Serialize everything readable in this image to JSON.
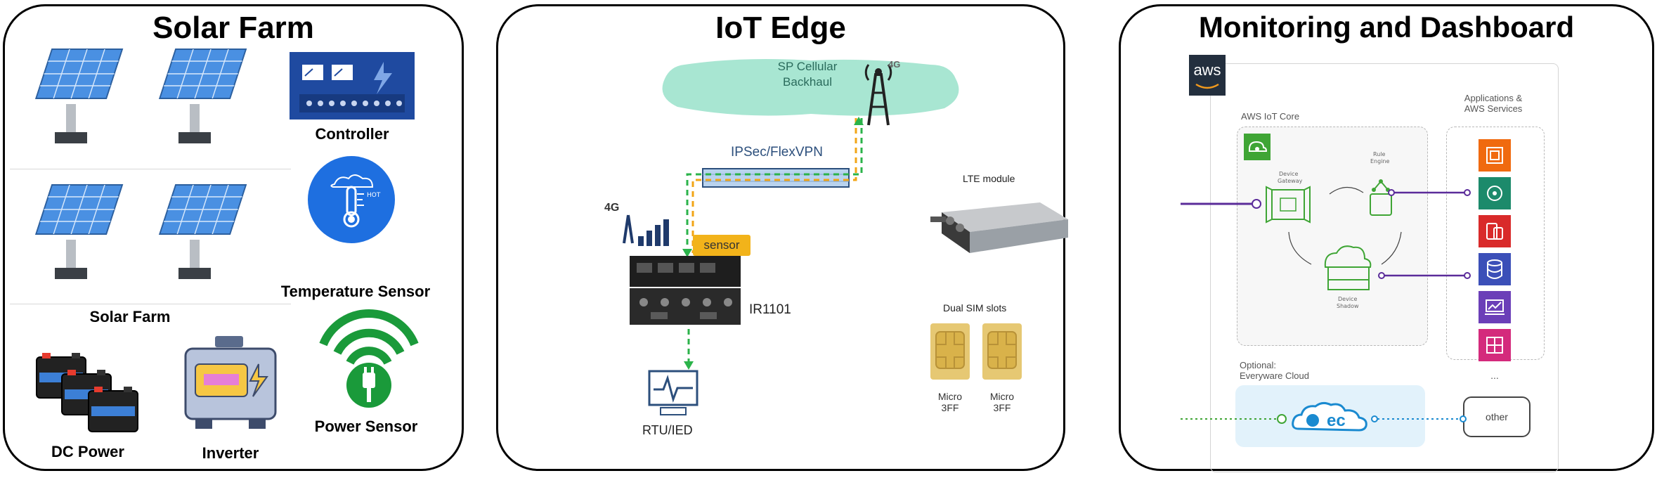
{
  "solar": {
    "title": "Solar Farm",
    "controller": "Controller",
    "temp_sensor": "Temperature Sensor",
    "solar_farm": "Solar Farm",
    "power_sensor": "Power Sensor",
    "dc_power": "DC Power",
    "inverter": "Inverter",
    "hot_label": "HOT"
  },
  "edge": {
    "title": "IoT Edge",
    "backhaul": "SP Cellular\nBackhaul",
    "lte_badge": "4G",
    "ipsec": "IPSec/FlexVPN",
    "sensor": "sensor",
    "router": "IR1101",
    "rtu": "RTU/IED",
    "lte_module": "LTE module",
    "sim_title": "Dual SIM slots",
    "sim1": "Micro\n3FF",
    "sim2": "Micro\n3FF"
  },
  "monitor": {
    "title": "Monitoring and Dashboard",
    "aws_logo": "aws",
    "iot_core": "AWS IoT Core",
    "apps": "Applications &\nAWS Services",
    "device_gateway": "Device\nGateway",
    "rule_engine": "Rule\nEngine",
    "device_shadow": "Device\nShadow",
    "optional": "Optional:\nEveryware Cloud",
    "ec": "ec",
    "ellipsis": "...",
    "other": "other"
  },
  "colors": {
    "solar_blue": "#4a90e2",
    "controller_blue": "#1f4aa0",
    "temp_blue": "#1e6fe0",
    "power_green": "#1a9a3a",
    "cloud_teal": "#a8e6d2",
    "vpn_blue": "#b9d3ee",
    "sensor_orange": "#f2b31a",
    "link_green": "#2bb34a",
    "link_orange": "#f2a516",
    "aws_green": "#3fa535",
    "aws_purple": "#5b2c9a",
    "ec_blue": "#1a8ad0"
  }
}
